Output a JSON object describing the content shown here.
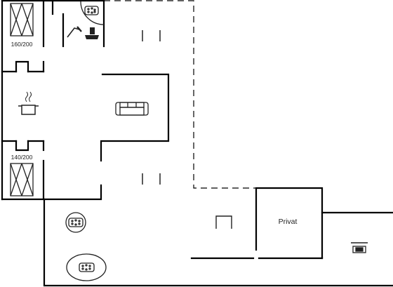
{
  "labels": {
    "bed_top": "160/200",
    "bed_bottom": "140/200",
    "private_room": "Privat"
  },
  "icons": {
    "bed_top": "single-bed-icon",
    "bed_bottom": "single-bed-icon",
    "shower": "shower-icon",
    "toilet": "toilet-icon",
    "spa_top": "whirlpool-icon",
    "cooking_pot": "cooking-pot-icon",
    "sofa": "sofa-icon",
    "hot_tub_small": "hot-tub-icon",
    "hot_tub_oval": "hot-tub-icon",
    "outdoor_table": "table-icon",
    "bbq": "barbecue-icon"
  },
  "colors": {
    "wall": "#000000",
    "fixture": "#222222",
    "background": "#ffffff"
  }
}
